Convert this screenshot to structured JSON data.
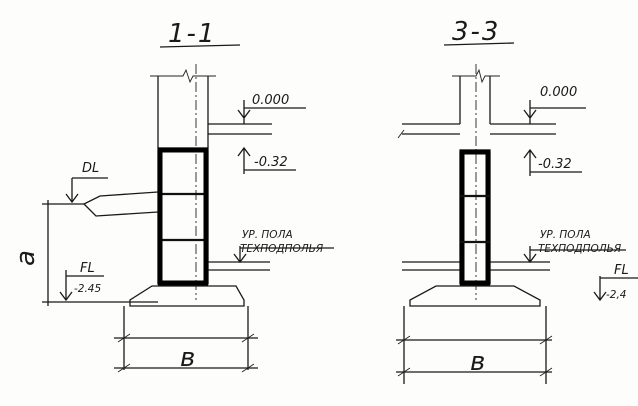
{
  "sections": [
    {
      "title": "1-1",
      "level_top": "0.000",
      "level_floor": "-0.32",
      "dl_mark": "DL",
      "a_mark": "a",
      "fl_mark": "FL",
      "fl_level": "-2.45",
      "floor_label_1": "УР. ПОЛА",
      "floor_label_2": "ТЕХПОДПОЛЬЯ",
      "width_mark": "в"
    },
    {
      "title": "3-3",
      "level_top": "0.000",
      "level_floor": "-0.32",
      "fl_mark": "FL",
      "fl_level": "-2,4",
      "floor_label_1": "УР. ПОЛА",
      "floor_label_2": "ТЕХПОДПОЛЬЯ",
      "width_mark": "в"
    }
  ]
}
